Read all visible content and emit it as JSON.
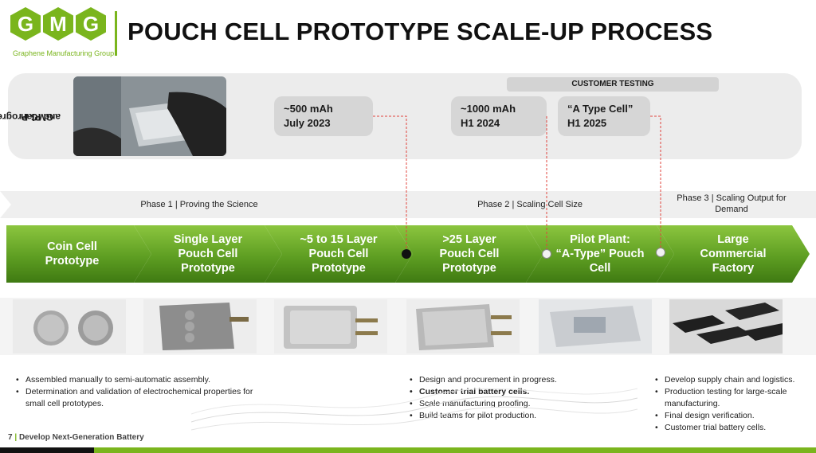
{
  "logo": {
    "letters": [
      "G",
      "M",
      "G"
    ],
    "subtitle": "Graphene Manufacturing Group"
  },
  "title": "POUCH CELL PROTOTYPE SCALE-UP PROCESS",
  "progress": {
    "side_label_line1": "GMG Progress",
    "side_label_line2": "and Plan",
    "customer_testing": "CUSTOMER TESTING",
    "milestones": [
      {
        "line1": "~500 mAh",
        "line2": "July 2023"
      },
      {
        "line1": "~1000 mAh",
        "line2": "H1 2024"
      },
      {
        "line1": "“A Type Cell”",
        "line2": "H1 2025"
      }
    ]
  },
  "phases": [
    {
      "label": "Phase 1 | Proving the Science"
    },
    {
      "label": "Phase 2 | Scaling Cell Size"
    },
    {
      "label_line1": "Phase 3 | Scaling Output for",
      "label_line2": "Demand"
    }
  ],
  "steps": [
    {
      "line1": "Coin Cell",
      "line2": "Prototype",
      "line3": ""
    },
    {
      "line1": "Single Layer",
      "line2": "Pouch Cell",
      "line3": "Prototype"
    },
    {
      "line1": "~5 to 15 Layer",
      "line2": "Pouch Cell",
      "line3": "Prototype"
    },
    {
      "line1": ">25 Layer",
      "line2": "Pouch Cell",
      "line3": "Prototype"
    },
    {
      "line1": "Pilot Plant:",
      "line2": "“A-Type” Pouch",
      "line3": "Cell"
    },
    {
      "line1": "Large",
      "line2": "Commercial",
      "line3": "Factory"
    }
  ],
  "bullets": {
    "phase1": [
      "Assembled manually to semi-automatic assembly.",
      "Determination and validation of electrochemical properties for small cell prototypes."
    ],
    "phase2": [
      "Design and procurement in progress.",
      "Customer trial battery cells.",
      "Scale manufacturing proofing.",
      "Build teams for pilot production."
    ],
    "phase3": [
      "Develop supply chain and logistics.",
      "Production testing for large-scale manufacturing.",
      "Final design verification.",
      "Customer trial battery cells."
    ]
  },
  "footer": {
    "page": "7",
    "separator": "|",
    "text": "Develop Next-Generation Battery"
  },
  "colors": {
    "brand_green": "#7ab51d",
    "dark_green": "#4e8a17",
    "dashed_red": "#e0443e"
  }
}
